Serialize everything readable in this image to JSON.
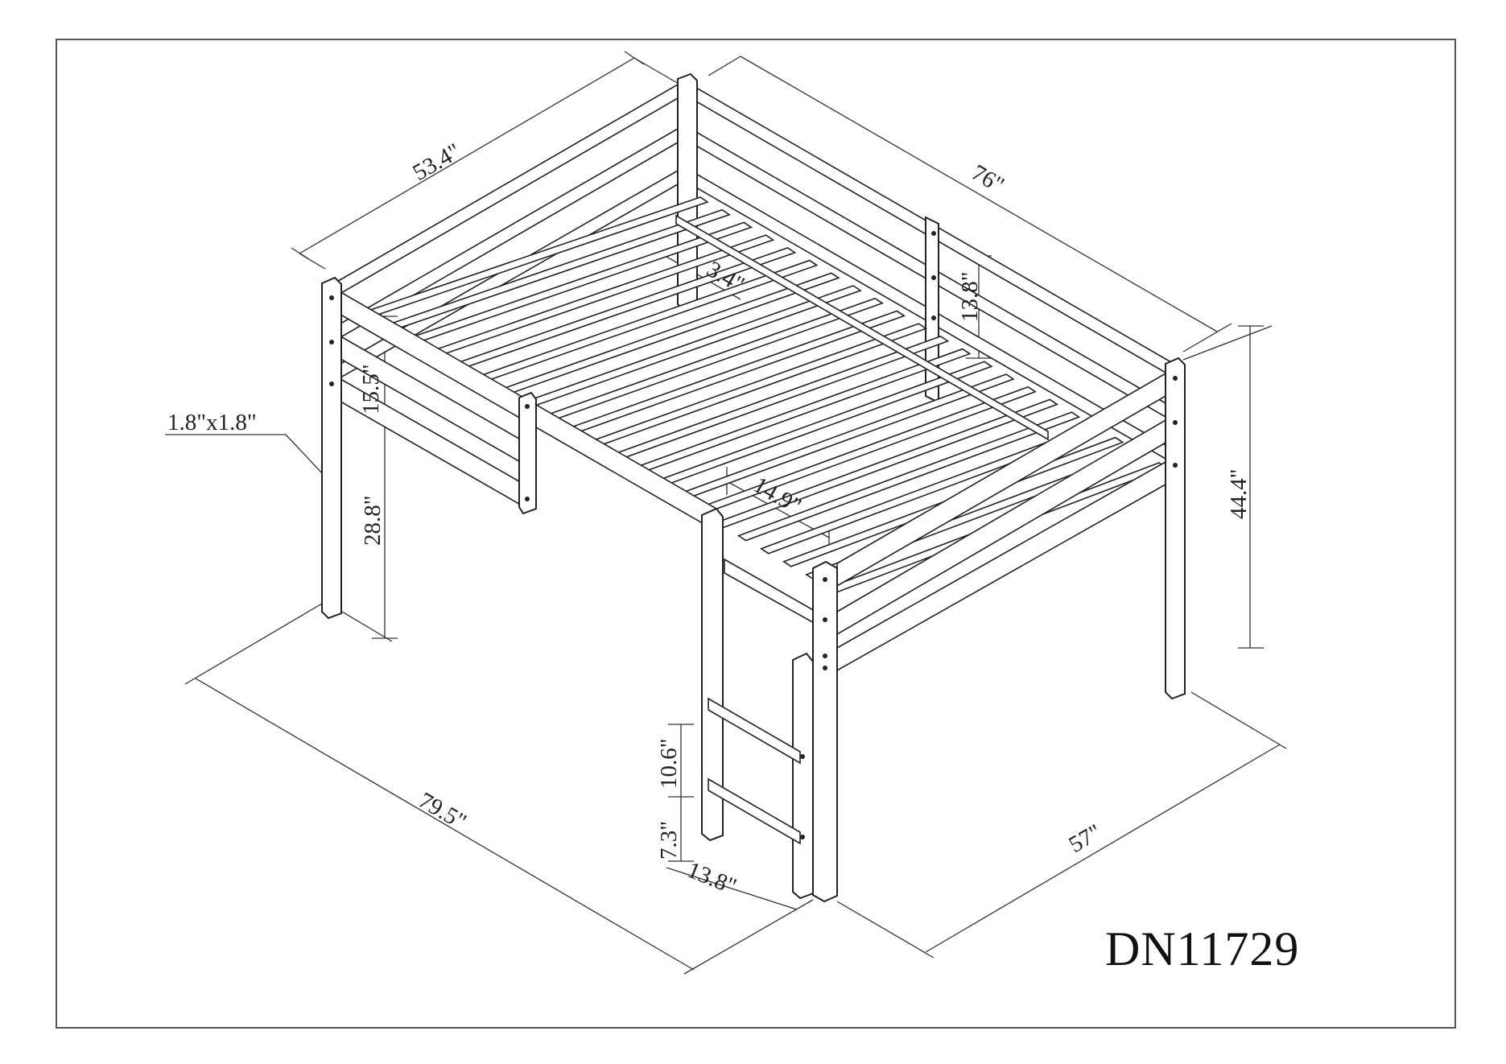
{
  "diagram": {
    "model_number": "DN11729",
    "dimensions": {
      "head_width": "53.4\"",
      "length": "76\"",
      "guardrail_height": "13.8\"",
      "slat_gap": "3.4\"",
      "rail_height": "15.5\"",
      "post_size": "1.8\"x1.8\"",
      "clearance_height": "28.8\"",
      "ladder_opening": "14.9\"",
      "total_height": "44.4\"",
      "overall_length": "79.5\"",
      "overall_width": "57\"",
      "ladder_step_spacing": "10.6\"",
      "ladder_bottom_step": "7.3\"",
      "ladder_width": "13.8\""
    }
  }
}
